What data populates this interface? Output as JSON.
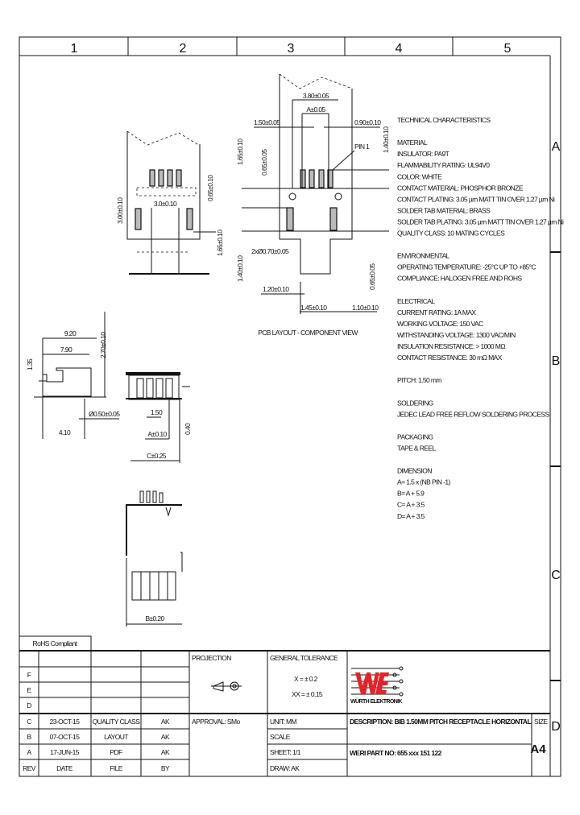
{
  "frame": {
    "columns": [
      "1",
      "2",
      "3",
      "4",
      "5"
    ],
    "rows": [
      "A",
      "B",
      "C",
      "D"
    ]
  },
  "pcb_layout": {
    "title": "PCB LAYOUT - COMPONENT VIEW",
    "dims": {
      "d1": "3.80±0.05",
      "d2": "A±0.05",
      "d3": "1.50±0.05",
      "d4": "0.90±0.10",
      "d5": "1.65±0.10",
      "d6": "0.65±0.05",
      "d7": "1.40±0.10",
      "d8": "1.40±0.10",
      "d9": "0.65±0.05",
      "d10": "2xØ0.70±0.05",
      "d11": "1.20±0.10",
      "d12": "1.45±0.10",
      "d13": "1.10±0.10"
    },
    "pin1": "PIN 1"
  },
  "top_view": {
    "d1": "3.00±0.10",
    "d2": "3.0±0.10",
    "d3": "0.65±0.10",
    "d4": "1.65±0.10"
  },
  "side_view": {
    "d1": "9.20",
    "d2": "7.90",
    "d3": "1.35",
    "d4": "2.70±0.10",
    "d5": "Ø0.50±0.05",
    "d6": "4.10"
  },
  "front_view": {
    "d1": "1.50",
    "d2": "A±0.10",
    "d3": "C±0.25",
    "d4": "0.40"
  },
  "bottom_view": {
    "d1": "B±0.20"
  },
  "characteristics": [
    "TECHNICAL CHARACTERISTICS",
    "",
    "MATERIAL",
    "INSULATOR: PA9T",
    "FLAMMABILITY RATING: UL94V0",
    "COLOR: WHITE",
    "CONTACT MATERIAL: PHOSPHOR BRONZE",
    "CONTACT PLATING: 3.05 µm MATT TIN OVER 1.27 µm Ni",
    "SOLDER TAB MATERIAL: BRASS",
    "SOLDER TAB PLATING: 3.05 µm MATT TIN OVER 1.27 µm Ni",
    "QUALITY CLASS: 10 MATING CYCLES",
    "",
    "ENVIRONMENTAL",
    "OPERATING TEMPERATURE: -25°C UP TO +85°C",
    "COMPLIANCE: HALOGEN FREE AND ROHS",
    "",
    "ELECTRICAL",
    "CURRENT RATING: 1A MAX",
    "WORKING VOLTAGE: 150 VAC",
    "WITHSTANDING VOLTAGE: 1300 VAC/MIN",
    "INSULATION RESISTANCE: > 1000 MΩ",
    "CONTACT RESISTANCE: 30 mΩ MAX",
    "",
    "PITCH: 1.50 mm",
    "",
    "SOLDERING",
    "JEDEC LEAD FREE REFLOW SOLDERING PROCESS",
    "",
    "PACKAGING",
    "TAPE & REEL",
    "",
    "DIMENSION",
    "A= 1.5 x (NB PIN -1)",
    "B= A + 5.9",
    "C= A + 3.5",
    "D= A + 3.5"
  ],
  "title_block": {
    "rohs": "RoHS Compliant",
    "revisions": [
      {
        "rev": "F",
        "date": "",
        "file": "",
        "by": ""
      },
      {
        "rev": "E",
        "date": "",
        "file": "",
        "by": ""
      },
      {
        "rev": "D",
        "date": "",
        "file": "",
        "by": ""
      },
      {
        "rev": "C",
        "date": "23-OCT-15",
        "file": "QUALITY CLASS",
        "by": "AK"
      },
      {
        "rev": "B",
        "date": "07-OCT-15",
        "file": "LAYOUT",
        "by": "AK"
      },
      {
        "rev": "A",
        "date": "17-JUN-15",
        "file": "PDF",
        "by": "AK"
      }
    ],
    "rev_header": {
      "rev": "REV",
      "date": "DATE",
      "file": "FILE",
      "by": "BY"
    },
    "projection": "PROJECTION",
    "approval": "APPROVAL: SMo",
    "general_tolerance": "GENERAL TOLERANCE",
    "tol_x": "X = ± 0.2",
    "tol_xx": "XX = ± 0.15",
    "unit": "UNIT: MM",
    "scale": "SCALE",
    "sheet": "SHEET: 1/1",
    "drawn": "DRAW: AK",
    "logo_text": "WÜRTH ELEKTRONIK",
    "description": "DESCRIPTION: BIB 1.50MM PITCH RECEPTACLE HORIZONTAL",
    "part_no": "WERI PART NO: 655 xxx 151 122",
    "size_label": "SIZE",
    "size": "A4",
    "logo_color": "#e3232b"
  }
}
